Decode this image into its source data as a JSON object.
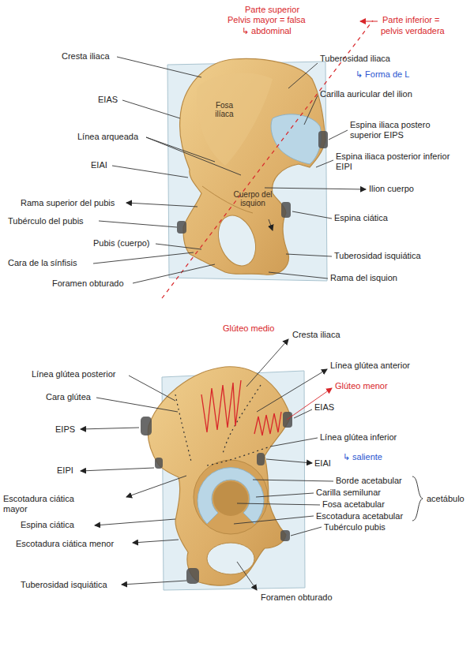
{
  "diagram": {
    "labels": [
      "Parte superior",
      "Pelvis mayor = falsa",
      "↳ abdominal",
      "Parte inferior =",
      "pelvis verdadera",
      "Cresta iliaca",
      "Fosa ilíaca",
      "EIAS",
      "Línea arqueada",
      "EIAI",
      "Rama superior del pubis",
      "Tubérculo del pubis",
      "Pubis (cuerpo)",
      "Cara de la sínfisis",
      "Foramen obturado",
      "Tuberosidad iliaca",
      "↳ Forma de L",
      "Carilla auricular del ilion",
      "Espina iliaca postero superior EIPS",
      "Espina iliaca posterior inferior EIPI",
      "Ilion cuerpo",
      "Cuerpo del isquion",
      "Espina ciática",
      "Tuberosidad isquiática",
      "Rama del isquion",
      "Glúteo medio",
      "Cresta iliaca",
      "Línea glútea anterior",
      "Glúteo menor",
      "Línea glútea posterior",
      "Cara glútea",
      "EIAS",
      "EIPS",
      "Línea glútea inferior",
      "EIAI",
      "↳ saliente",
      "EIPI",
      "Borde acetabular",
      "Carilla semilunar",
      "Fosa acetabular",
      "Escotadura acetabular",
      "acetábulo",
      "Tubérculo pubis",
      "Escotadura ciática mayor",
      "Espina ciática",
      "Escotadura ciática menor",
      "Tuberosidad isquiática",
      "Foramen obturado"
    ]
  }
}
